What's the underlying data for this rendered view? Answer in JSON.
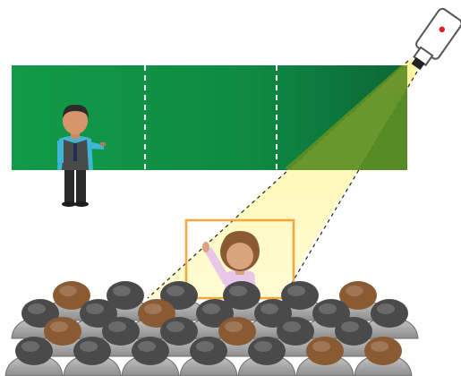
{
  "scene": {
    "board_color": "#109845",
    "board_color_dark": "#0b6a38",
    "beam_color": "#fff7a0",
    "highlight_color": "#f4a73a",
    "camera_light_color": "#e31b23"
  },
  "elements": {
    "board": "green-screen-board",
    "zone_dividers": 2,
    "presenter": "presenter-figure",
    "camera": "tracking-camera-icon",
    "raised_hand_student": "student-raising-hand",
    "audience_rows": 4
  }
}
